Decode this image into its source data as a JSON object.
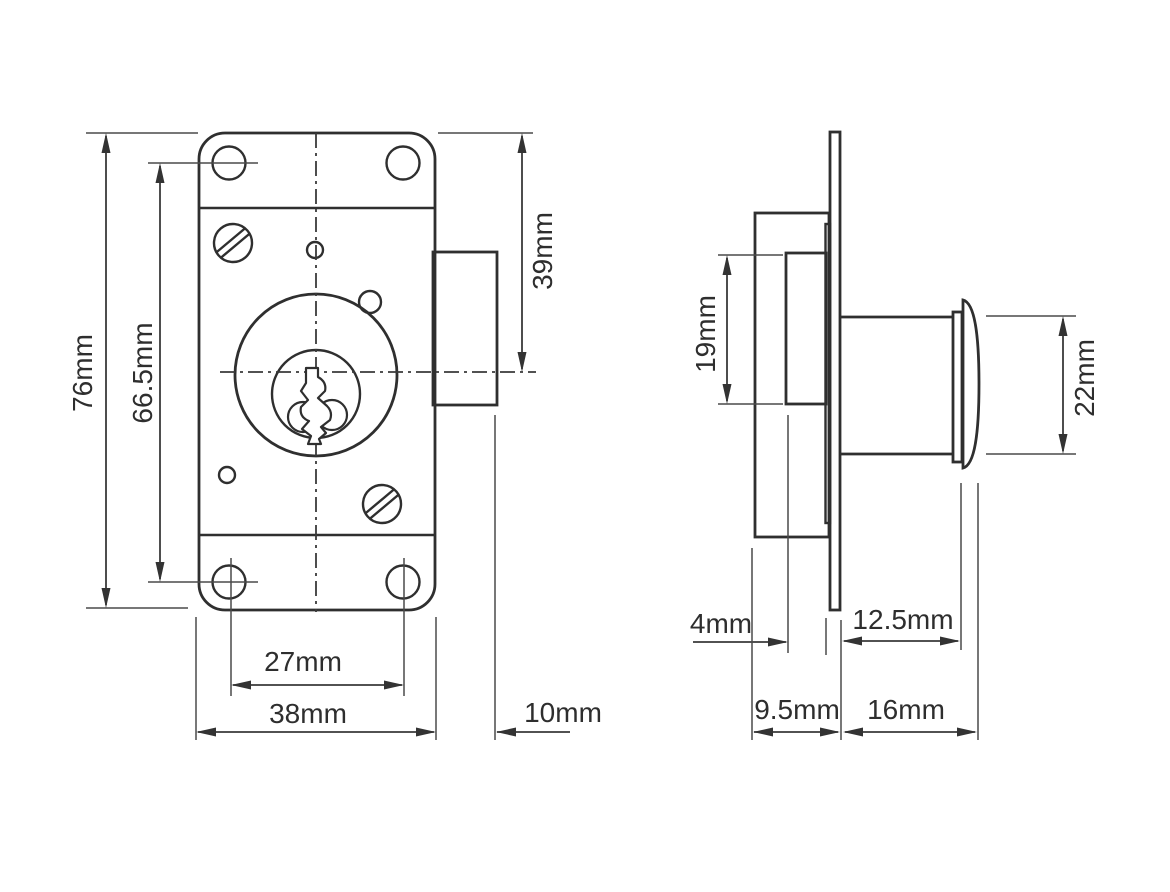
{
  "drawing": {
    "background": "#ffffff",
    "line_color": "#2f2f2f",
    "front_view": {
      "overall_height": "76mm",
      "fixing_centres_vertical": "66.5mm",
      "top_to_bolt_centre": "39mm",
      "fixing_centres_horizontal": "27mm",
      "overall_width": "38mm",
      "bolt_throw": "10mm"
    },
    "side_view": {
      "inner_body_height": "19mm",
      "cylinder_head_diameter": "22mm",
      "backplate_offset": "4mm",
      "head_depth": "12.5mm",
      "case_depth": "9.5mm",
      "cylinder_projection": "16mm"
    }
  }
}
